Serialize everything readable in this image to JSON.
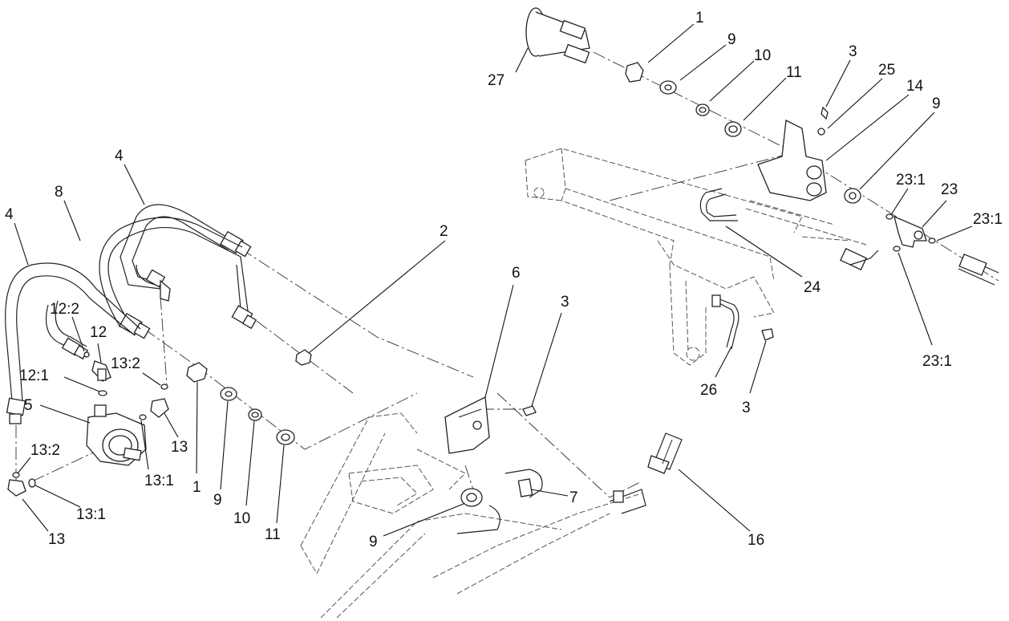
{
  "callouts": {
    "c1_top": "1",
    "c9_top": "9",
    "c10_top": "10",
    "c11_top": "11",
    "c27": "27",
    "c3_top": "3",
    "c25": "25",
    "c14": "14",
    "c9_right": "9",
    "c23_1_a": "23:1",
    "c23": "23",
    "c23_1_b": "23:1",
    "c24": "24",
    "c23_1_c": "23:1",
    "c26": "26",
    "c3_right": "3",
    "c4_a": "4",
    "c8": "8",
    "c4_b": "4",
    "c2": "2",
    "c6": "6",
    "c3_mid": "3",
    "c12_2": "12:2",
    "c12": "12",
    "c13_2_a": "13:2",
    "c12_1": "12:1",
    "c5": "5",
    "c13_a": "13",
    "c13_2_b": "13:2",
    "c13_1_a": "13:1",
    "c13_1_b": "13:1",
    "c13_b": "13",
    "c1_mid": "1",
    "c9_mid": "9",
    "c10_mid": "10",
    "c11_mid": "11",
    "c7": "7",
    "c9_bottom": "9",
    "c16": "16"
  }
}
